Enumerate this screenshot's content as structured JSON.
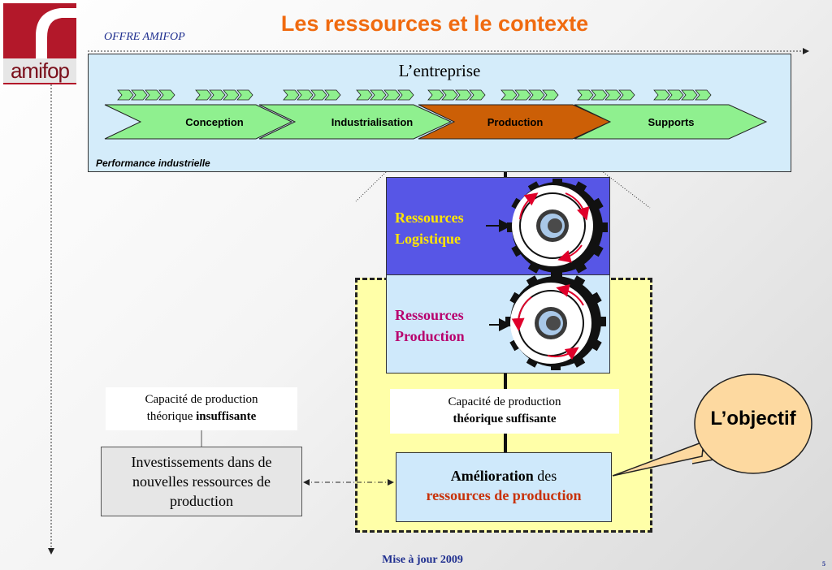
{
  "brand": "OFFRE AMIFOP",
  "title": "Les ressources et le contexte",
  "logo_text": "amifop",
  "enterprise": {
    "title": "L’entreprise",
    "subtitle": "Performance industrielle",
    "stages": [
      "Conception",
      "Industrialisation",
      "Production",
      "Supports"
    ]
  },
  "resources": {
    "logistics": [
      "Ressources",
      "Logistique"
    ],
    "production": [
      "Ressources",
      "Production"
    ]
  },
  "capacity_insufficient": {
    "line1": "Capacité de production",
    "line2_pre": "théorique ",
    "line2_bold": "insuffisante"
  },
  "capacity_sufficient": {
    "line1": "Capacité de production",
    "line2_bold": "théorique suffisante"
  },
  "investments": "Investissements dans de nouvelles ressources de production",
  "improvement": {
    "bold": "Amélioration",
    "rest": " des",
    "line2": "ressources de production"
  },
  "objective": "L’objectif",
  "footer": "Mise à jour 2009",
  "page_number": "5",
  "colors": {
    "title": "#f06a0f",
    "navy": "#1f2f8f",
    "green_chevron": "#8ff08f",
    "production_chevron": "#cc5f06",
    "logistics_box": "#5756e6",
    "light_blue": "#cfe9fb",
    "yellow_area": "#ffffa8",
    "objective_bubble": "#fdd9a0",
    "logo_red": "#b3182a",
    "logistics_text": "#ffe600",
    "production_text": "#b8006e",
    "improvement_red": "#c8320a"
  }
}
